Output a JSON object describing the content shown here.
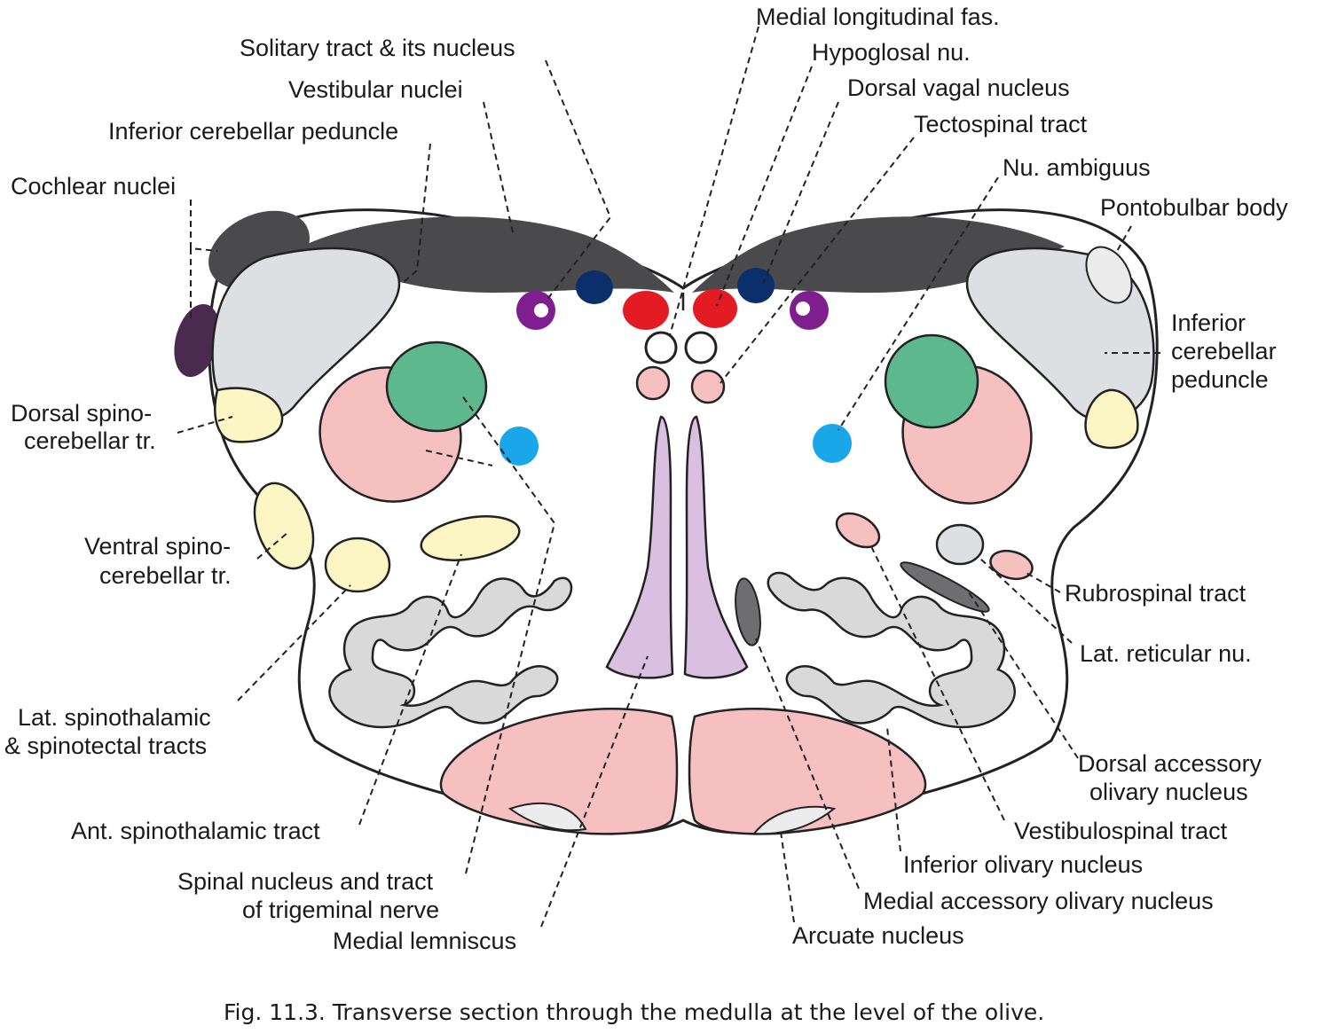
{
  "colors": {
    "vestibular": "#4a4a4c",
    "icp": "#dddfe2",
    "dorsal_spinocerebellar": "#fbf6c4",
    "olive_pink": "#f6bfc0",
    "green": "#5db88e",
    "blue_ambiguus": "#1aa7ea",
    "navy": "#0a2f6b",
    "red": "#e31b23",
    "purple": "#7f1f8f",
    "lemniscus": "#d9bfe0",
    "stippled": "#d9d9d9"
  },
  "labels": {
    "solitary": "Solitary tract & its nucleus",
    "vestibular": "Vestibular nuclei",
    "icp": "Inferior cerebellar peduncle",
    "cochlear": "Cochlear nuclei",
    "dorsal_spino_1": "Dorsal spino-",
    "dorsal_spino_2": "cerebellar tr.",
    "ventral_spino_1": "Ventral spino-",
    "ventral_spino_2": "cerebellar tr.",
    "lat_spinothal_1": "Lat. spinothalamic",
    "lat_spinothal_2": "& spinotectal tracts",
    "ant_spinothal": "Ant. spinothalamic tract",
    "spinal_trig_1": "Spinal nucleus and tract",
    "spinal_trig_2": "of trigeminal nerve",
    "medial_lemniscus": "Medial lemniscus",
    "mlf": "Medial longitudinal fas.",
    "hypoglossal": "Hypoglosal nu.",
    "dorsal_vagal": "Dorsal vagal nucleus",
    "tectospinal": "Tectospinal tract",
    "ambiguus": "Nu. ambiguus",
    "pontobulbar": "Pontobulbar body",
    "icp_right_1": "Inferior",
    "icp_right_2": "cerebellar",
    "icp_right_3": "peduncle",
    "rubrospinal": "Rubrospinal tract",
    "lat_reticular": "Lat. reticular nu.",
    "dorsal_acc_olive_1": "Dorsal accessory",
    "dorsal_acc_olive_2": "olivary nucleus",
    "vestibulospinal": "Vestibulospinal tract",
    "inferior_olive": "Inferior olivary nucleus",
    "medial_acc_olive": "Medial accessory olivary nucleus",
    "arcuate": "Arcuate nucleus"
  },
  "caption": "Fig. 11.3. Transverse section through the medulla at the level of the olive."
}
